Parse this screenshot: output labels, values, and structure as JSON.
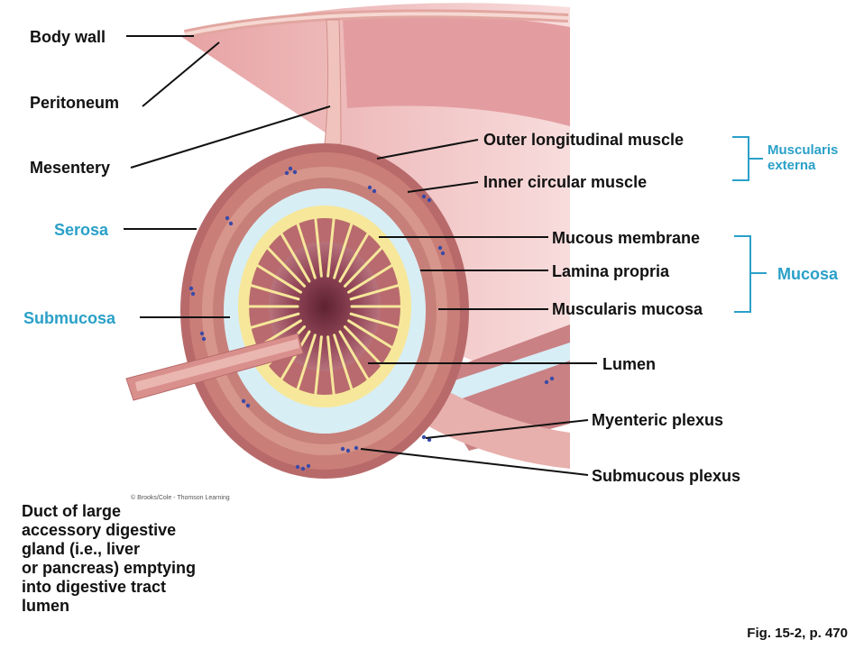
{
  "labels": {
    "body_wall": "Body wall",
    "peritoneum": "Peritoneum",
    "mesentery": "Mesentery",
    "serosa": "Serosa",
    "submucosa": "Submucosa",
    "outer_longitudinal_muscle": "Outer longitudinal muscle",
    "inner_circular_muscle": "Inner circular muscle",
    "muscularis_externa": "Muscularis externa",
    "mucous_membrane": "Mucous membrane",
    "lamina_propria": "Lamina propria",
    "muscularis_mucosa": "Muscularis mucosa",
    "mucosa": "Mucosa",
    "lumen": "Lumen",
    "myenteric_plexus": "Myenteric plexus",
    "submucous_plexus": "Submucous plexus",
    "duct_caption": "Duct of large\naccessory digestive\ngland (i.e., liver\nor pancreas) emptying\ninto digestive tract\nlumen",
    "figure_ref": "Fig. 15-2, p. 470",
    "credit": "© Brooks/Cole - Thomson Learning"
  },
  "colors": {
    "label_text": "#111111",
    "group_label_blue": "#2aa0c8",
    "muscle_layer": "#c97f78",
    "muscle_dark": "#a9575a",
    "submucosa_fill": "#d8eef5",
    "mucosa_yellow": "#f6e79a",
    "villi_pink": "#b96a6e",
    "lumen_dark": "#7a2f3a",
    "body_wall": "#e9b9b3",
    "plexus_blue": "#3a4aa8"
  }
}
